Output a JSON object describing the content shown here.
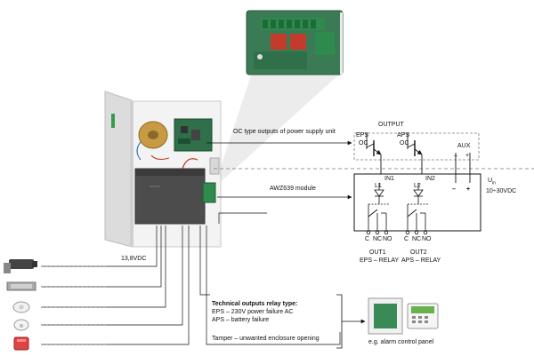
{
  "labels": {
    "oc_outputs": "OC type outputs of power supply unit",
    "module": "AWZ639 module",
    "voltage_out": "13,8VDC",
    "output_header": "OUTPUT",
    "eps": "EPS",
    "aps": "APS",
    "oc": "OC",
    "aux": "AUX",
    "aux_minus": "–",
    "aux_plus": "+",
    "in1": "IN1",
    "in2": "IN2",
    "u_in_main": "U",
    "u_in_sub": "in",
    "u_in_range": "10÷30VDC",
    "minus": "–",
    "plus": "+",
    "l1": "L1",
    "l2": "L2",
    "c": "C",
    "nc": "NC",
    "no": "NO",
    "out1": "OUT1",
    "out1_sub": "EPS – RELAY",
    "out2": "OUT2",
    "out2_sub": "APS – RELAY",
    "tech_title": "Technical outputs relay type:",
    "tech_eps": "EPS – 230V power failure AC",
    "tech_aps": "APS – battery failure",
    "tamper": "Tamper – unwanted enclosure opening",
    "panel_caption": "e.g. alarm control panel"
  },
  "icons": {
    "camera": "cctv-camera-icon",
    "door_lock": "electric-lock-icon",
    "smoke": "smoke-detector-icon",
    "motion": "motion-detector-icon",
    "siren": "siren-icon"
  },
  "colors": {
    "line": "#111111",
    "dash": "#777777",
    "board": "#2f6f4a",
    "enclosure": "#ececec",
    "relay": "#d43a2a"
  }
}
